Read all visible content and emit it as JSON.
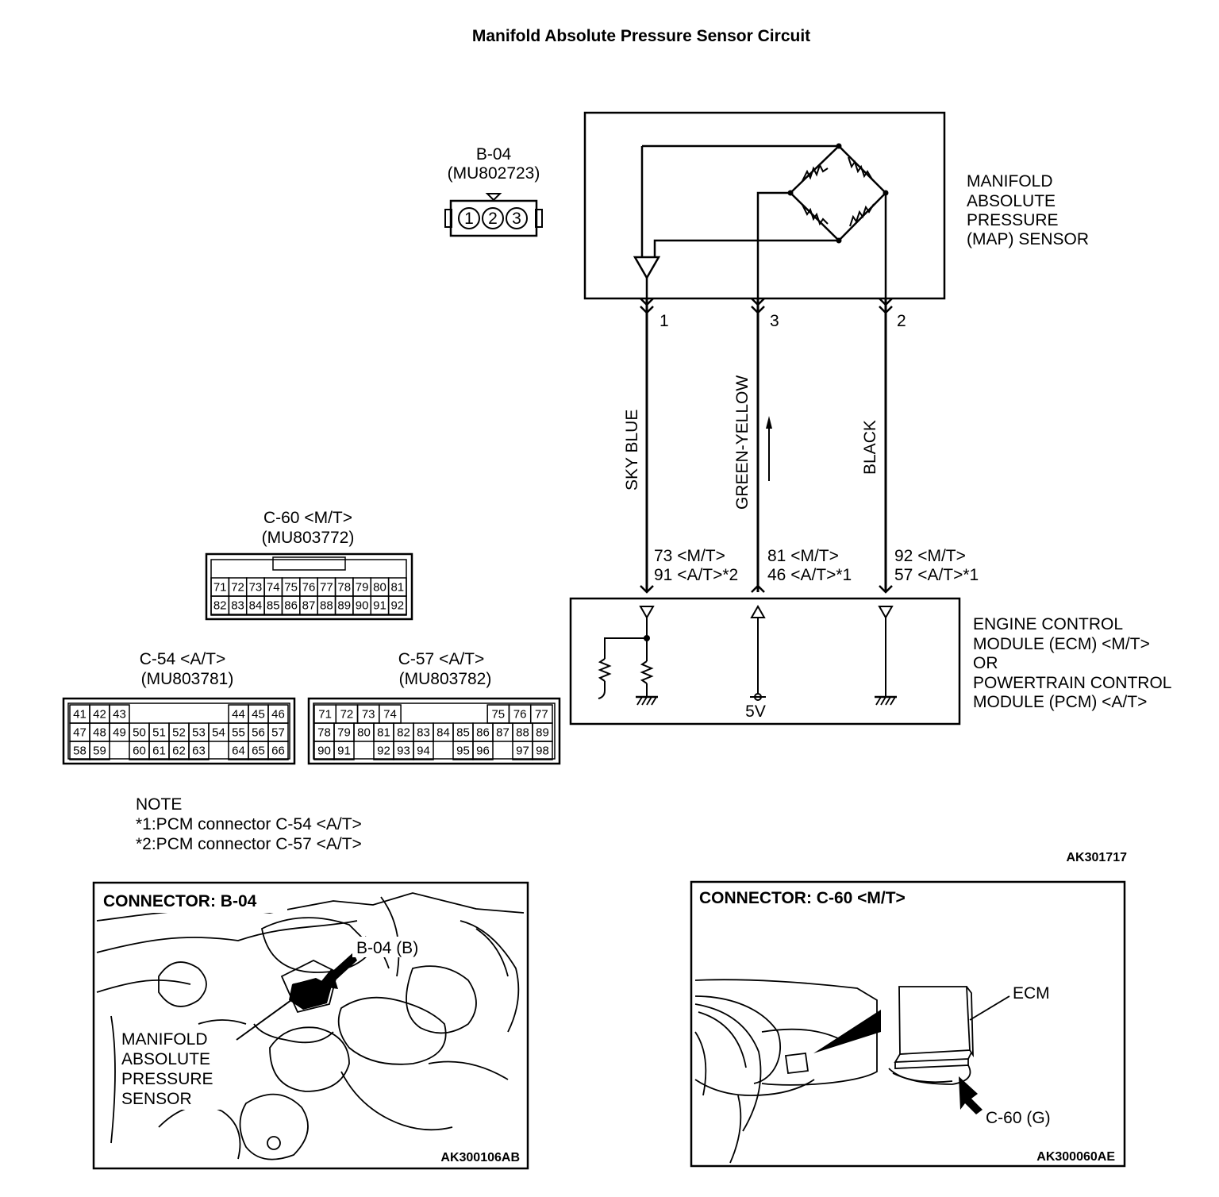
{
  "title": "Manifold Absolute Pressure Sensor Circuit",
  "b04": {
    "name": "B-04",
    "part": "(MU802723)",
    "pins": [
      "1",
      "2",
      "3"
    ]
  },
  "sensor": {
    "lines": [
      "MANIFOLD",
      "ABSOLUTE",
      "PRESSURE",
      "(MAP) SENSOR"
    ]
  },
  "wires": [
    {
      "pin": "1",
      "color": "SKY BLUE",
      "ecm_pins": [
        "73 <M/T>",
        "91 <A/T>*2"
      ]
    },
    {
      "pin": "3",
      "color": "GREEN-YELLOW",
      "ecm_pins": [
        "81 <M/T>",
        "46 <A/T>*1"
      ]
    },
    {
      "pin": "2",
      "color": "BLACK",
      "ecm_pins": [
        "92 <M/T>",
        "57 <A/T>*1"
      ]
    }
  ],
  "ecm": {
    "lines": [
      "ENGINE CONTROL",
      "MODULE (ECM) <M/T>",
      "OR",
      "POWERTRAIN CONTROL",
      "MODULE (PCM) <A/T>"
    ],
    "voltage": "5V"
  },
  "c60": {
    "name": "C-60 <M/T>",
    "part": "(MU803772)",
    "rows": [
      [
        "71",
        "72",
        "73",
        "74",
        "75",
        "76",
        "77",
        "78",
        "79",
        "80",
        "81"
      ],
      [
        "82",
        "83",
        "84",
        "85",
        "86",
        "87",
        "88",
        "89",
        "90",
        "91",
        "92"
      ]
    ]
  },
  "c54": {
    "name": "C-54 <A/T>",
    "part": "(MU803781)",
    "rows": [
      [
        "41",
        "42",
        "43",
        "",
        "",
        "",
        "",
        "",
        "44",
        "45",
        "46"
      ],
      [
        "47",
        "48",
        "49",
        "50",
        "51",
        "52",
        "53",
        "54",
        "55",
        "56",
        "57"
      ],
      [
        "58",
        "59",
        "",
        "60",
        "61",
        "62",
        "63",
        "",
        "64",
        "65",
        "66"
      ]
    ]
  },
  "c57": {
    "name": "C-57 <A/T>",
    "part": "(MU803782)",
    "rows": [
      [
        "71",
        "72",
        "73",
        "74",
        "",
        "",
        "",
        "",
        "75",
        "76",
        "77"
      ],
      [
        "78",
        "79",
        "80",
        "81",
        "82",
        "83",
        "84",
        "85",
        "86",
        "87",
        "88",
        "89"
      ],
      [
        "90",
        "91",
        "",
        "92",
        "93",
        "94",
        "",
        "95",
        "96",
        "",
        "97",
        "98"
      ]
    ]
  },
  "note": {
    "heading": "NOTE",
    "lines": [
      "*1:PCM connector C-54 <A/T>",
      "*2:PCM connector C-57 <A/T>"
    ]
  },
  "figure_id": "AK301717",
  "panel_b04": {
    "title": "CONNECTOR: B-04",
    "callout": "B-04 (B)",
    "label_lines": [
      "MANIFOLD",
      "ABSOLUTE",
      "PRESSURE",
      "SENSOR"
    ],
    "figure_id": "AK300106AB"
  },
  "panel_c60": {
    "title": "CONNECTOR: C-60 <M/T>",
    "ecm_label": "ECM",
    "callout": "C-60 (G)",
    "figure_id": "AK300060AE"
  }
}
